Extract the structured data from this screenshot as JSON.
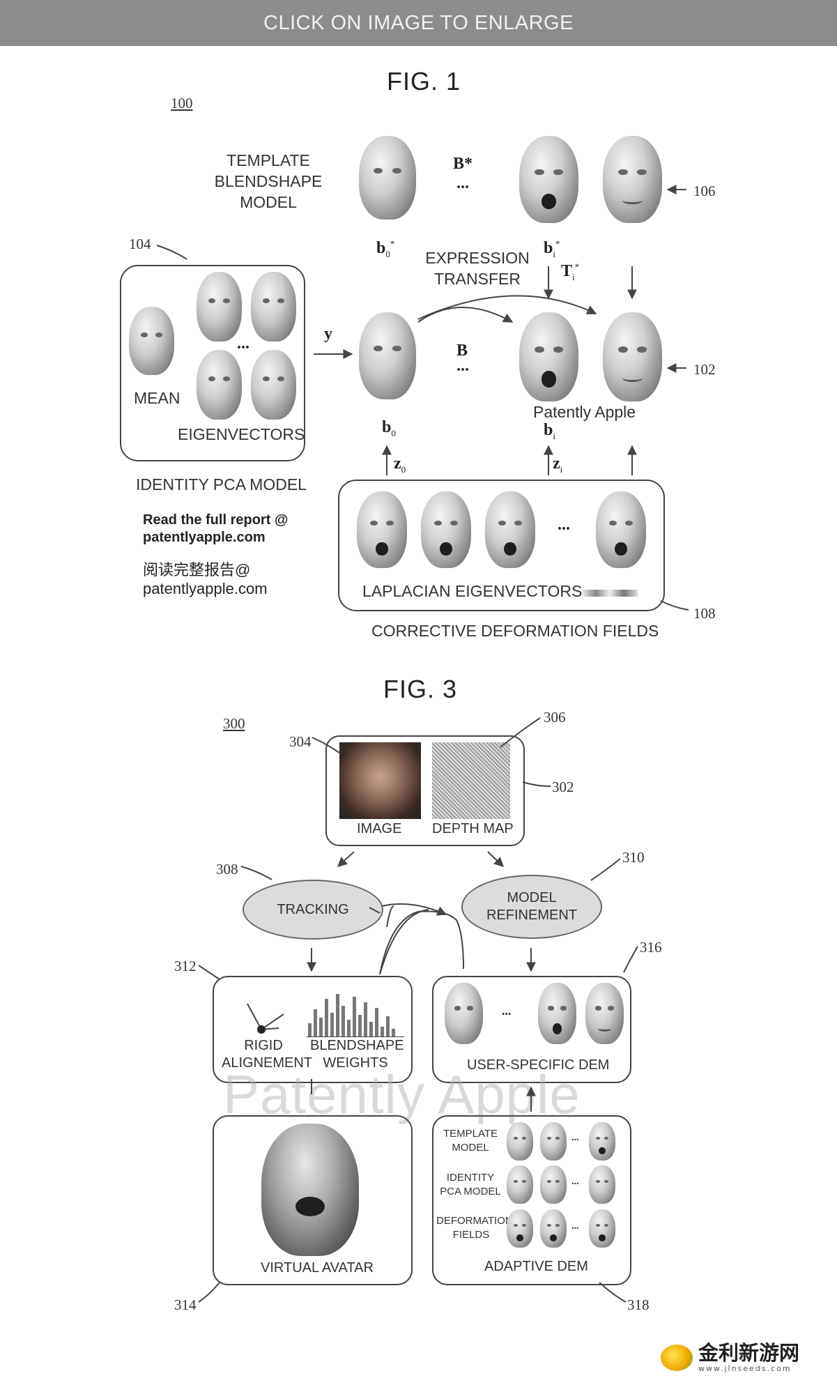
{
  "banner": {
    "text": "CLICK ON IMAGE TO ENLARGE"
  },
  "fig1": {
    "title": "FIG. 1",
    "ref_100": "100",
    "template_label": [
      "TEMPLATE",
      "BLENDSHAPE",
      "MODEL"
    ],
    "b_star": "B*",
    "dots": "...",
    "ref_106": "106",
    "b0_star": "b",
    "bi_star": "b",
    "expression_transfer": [
      "EXPRESSION",
      "TRANSFER"
    ],
    "ti_star": "T",
    "ref_104": "104",
    "y_label": "y",
    "b_label": "B",
    "ref_102": "102",
    "mean_label": "MEAN",
    "eigenvectors_label": "EIGENVECTORS",
    "b0_label": "b",
    "bi_label": "b",
    "identity_pca": "IDENTITY PCA MODEL",
    "z0_label": "z",
    "zi_label": "z",
    "laplacian_label": "LAPLACIAN EIGENVECTORS",
    "ref_108": "108",
    "corrective_label": "CORRECTIVE DEFORMATION FIELDS",
    "watermark": "Patently Apple"
  },
  "promo": {
    "line1": "Read the full report @",
    "line2": "patentlyapple.com",
    "line3": "阅读完整报告@",
    "line4": "patentlyapple.com"
  },
  "fig3": {
    "title": "FIG. 3",
    "ref_300": "300",
    "ref_304": "304",
    "ref_306": "306",
    "ref_302": "302",
    "image_label": "IMAGE",
    "depth_label": "DEPTH MAP",
    "ref_308": "308",
    "ref_310": "310",
    "tracking": "TRACKING",
    "model_refinement": [
      "MODEL",
      "REFINEMENT"
    ],
    "ref_312": "312",
    "ref_316": "316",
    "rigid_alignment": [
      "RIGID",
      "ALIGNEMENT"
    ],
    "blendshape_weights": [
      "BLENDSHAPE",
      "WEIGHTS"
    ],
    "user_dem": "USER-SPECIFIC DEM",
    "dots": "...",
    "virtual_avatar": "VIRTUAL AVATAR",
    "template_model": [
      "TEMPLATE",
      "MODEL"
    ],
    "identity_pca": [
      "IDENTITY",
      "PCA MODEL"
    ],
    "deformation_fields": [
      "DEFORMATION",
      "FIELDS"
    ],
    "adaptive_dem": "ADAPTIVE DEM",
    "ref_314": "314",
    "ref_318": "318",
    "watermark": "Patently Apple"
  },
  "site_logo": {
    "name": "金利新游网",
    "url": "www.jlnseeds.com"
  }
}
